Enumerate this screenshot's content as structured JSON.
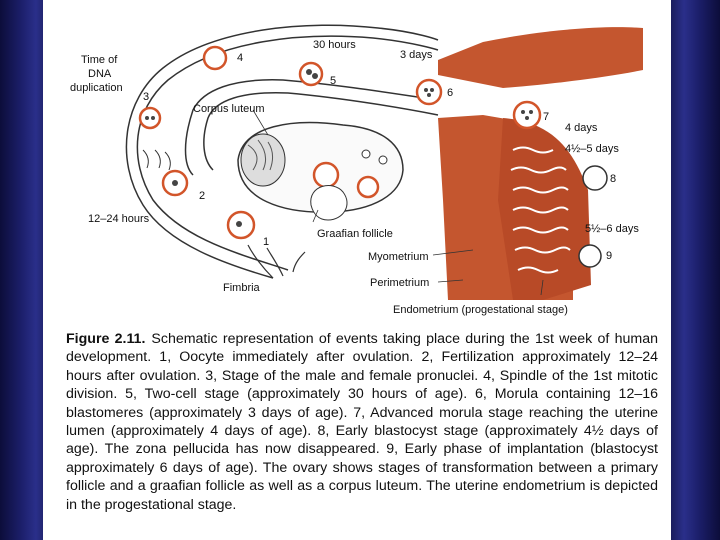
{
  "labels": {
    "time_of_dna_1": "Time of",
    "time_of_dna_2": "DNA",
    "time_of_dna_3": "duplication",
    "hours_30": "30 hours",
    "days_3": "3 days",
    "corpus_luteum": "Corpus luteum",
    "days_4": "4 days",
    "days_4_5": "4½–5 days",
    "hours_12_24": "12–24 hours",
    "graafian": "Graafian follicle",
    "days_5_6": "5½–6 days",
    "myometrium": "Myometrium",
    "perimetrium": "Perimetrium",
    "fimbria": "Fimbria",
    "endometrium": "Endometrium (progestational stage)"
  },
  "stage_numbers": [
    "1",
    "2",
    "3",
    "4",
    "5",
    "6",
    "7",
    "8",
    "9"
  ],
  "caption": {
    "figure": "Figure 2.11.",
    "text": "Schematic representation of events taking place during the 1st week of human development. 1, Oocyte immediately after ovulation. 2, Fertilization approximately 12–24 hours after ovulation. 3, Stage of the male and female pronuclei. 4, Spindle of the 1st mitotic division. 5, Two-cell stage (approximately 30 hours of age). 6, Morula containing 12–16 blastomeres (approximately 3 days of age). 7, Advanced morula stage reaching the uterine lumen (approximately 4 days of age). 8, Early blastocyst stage (approximately 4½ days of age). The zona pellucida has now disappeared. 9, Early phase of implantation (blastocyst approximately 6 days of age). The ovary shows stages of transformation between a primary follicle and a graafian follicle as well as a corpus luteum. The uterine endometrium is depicted in the progestational stage."
  },
  "colors": {
    "tissue": "#c4562f",
    "cell_ring": "#d2552a",
    "frame": "#10123f"
  }
}
